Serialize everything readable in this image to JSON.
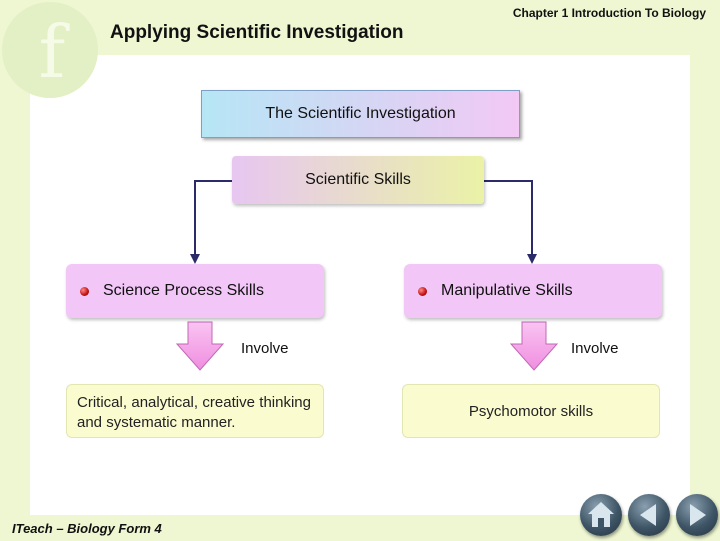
{
  "header": {
    "chapter": "Chapter 1 Introduction To Biology",
    "title": "Applying Scientific Investigation"
  },
  "diagram": {
    "root": "The Scientific Investigation",
    "skills": "Scientific Skills",
    "branches": [
      {
        "label": "Science Process Skills",
        "connector": "Involve",
        "result": "Critical, analytical, creative thinking and systematic manner."
      },
      {
        "label": "Manipulative Skills",
        "connector": "Involve",
        "result": "Psychomotor skills"
      }
    ]
  },
  "footer": {
    "text": "ITeach – Biology Form 4"
  },
  "nav": {
    "home_icon": "home-icon",
    "back_icon": "triangle-left-icon",
    "next_icon": "triangle-right-icon"
  },
  "colors": {
    "background": "#eef6d2",
    "subbox": "#f2c6f7",
    "result": "#fbfbd0",
    "connector_line": "#2b2b6a",
    "arrow_fill": "#f7b4ef",
    "nav_button": "#3e5566"
  }
}
